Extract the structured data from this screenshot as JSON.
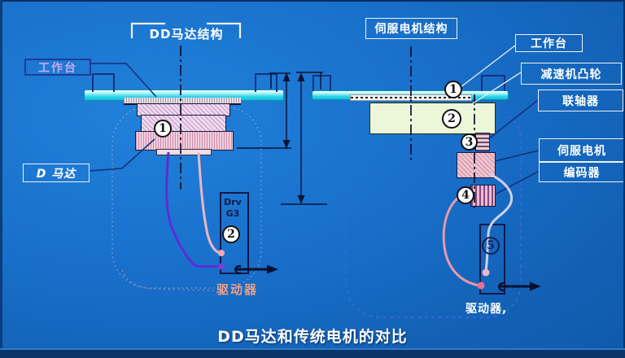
{
  "slide": {
    "footer_title": "DD马达和传统电机的对比"
  },
  "left": {
    "title": "DD马达结构",
    "worktable_label": "工作台",
    "motor_label": "D 马达",
    "driver_label": "驱动器",
    "driver_box": {
      "line1": "Drv",
      "line2": "G3"
    },
    "callouts": [
      "1",
      "2"
    ]
  },
  "right": {
    "title": "伺服电机结构",
    "worktable_label": "工作台",
    "reducer_cam_label": "减速机凸轮",
    "coupling_label": "联轴器",
    "servo_motor_label": "伺服电机",
    "encoder_label": "编码器",
    "driver_label": "驱动器,",
    "callouts": [
      "1",
      "2",
      "3",
      "4",
      "5"
    ]
  },
  "colors": {
    "background_blue": "#1169c2",
    "worktable_cyan": "#25d2e6",
    "motor_pink": "#eed5ea",
    "reducer_green": "#ecf7d9",
    "wire_purple": "#5a2fd4",
    "wire_pink": "#e898ac",
    "driver_text_salmon": "#ee9f86",
    "callout_outline_navy": "#13205a"
  }
}
